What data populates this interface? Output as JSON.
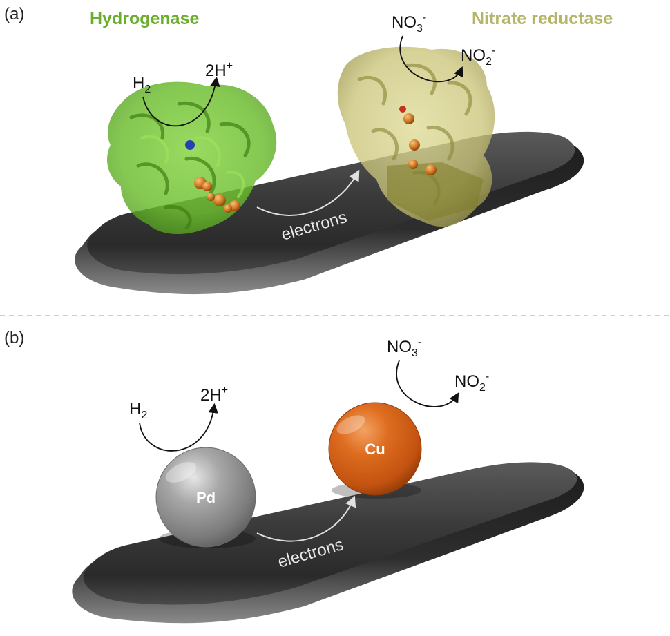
{
  "panel_a": {
    "label": "(a)",
    "left_enzyme": {
      "title": "Hydrogenase",
      "color": "#6aae2c"
    },
    "right_enzyme": {
      "title": "Nitrate reductase",
      "color": "#b5b56a"
    },
    "oxidation": {
      "reactant": "H",
      "reactant_sub": "2",
      "product": "2H",
      "product_sup": "+"
    },
    "reduction": {
      "reactant": "NO",
      "reactant_sub": "3",
      "reactant_sup": "-",
      "product": "NO",
      "product_sub": "2",
      "product_sup": "-"
    },
    "flow_label": "electrons"
  },
  "panel_b": {
    "label": "(b)",
    "left_particle": {
      "label": "Pd",
      "color": "#8e8e8e"
    },
    "right_particle": {
      "label": "Cu",
      "color": "#d6661a"
    },
    "oxidation": {
      "reactant": "H",
      "reactant_sub": "2",
      "product": "2H",
      "product_sup": "+"
    },
    "reduction": {
      "reactant": "NO",
      "reactant_sub": "3",
      "reactant_sup": "-",
      "product": "NO",
      "product_sub": "2",
      "product_sup": "-"
    },
    "flow_label": "electrons"
  },
  "colors": {
    "support": "#3c3c3c",
    "divider": "#bdbdbd"
  }
}
